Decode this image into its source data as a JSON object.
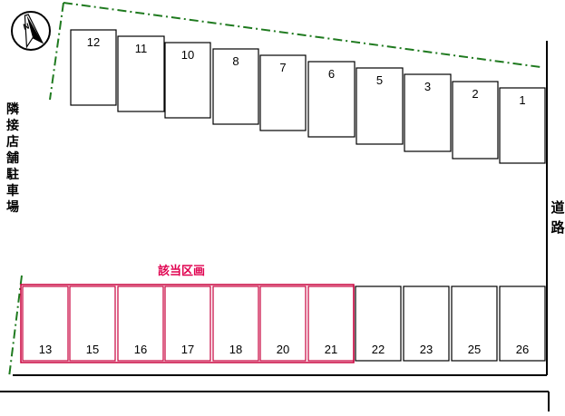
{
  "map": {
    "left_label": "隣接店舗駐車場",
    "right_label": "道路",
    "highlight_label": "該当区画",
    "compass_letter": "N",
    "colors": {
      "boundary": "#1f7a1f",
      "highlight": "#c8003c",
      "highlight_text": "#e0004f",
      "stroke": "#000000"
    },
    "top_row": [
      "12",
      "11",
      "10",
      "8",
      "7",
      "6",
      "5",
      "3",
      "2",
      "1"
    ],
    "bottom_row": [
      "13",
      "15",
      "16",
      "17",
      "18",
      "20",
      "21",
      "22",
      "23",
      "25",
      "26"
    ],
    "highlighted_spaces": [
      "13",
      "15",
      "16",
      "17",
      "18",
      "20",
      "21"
    ]
  }
}
